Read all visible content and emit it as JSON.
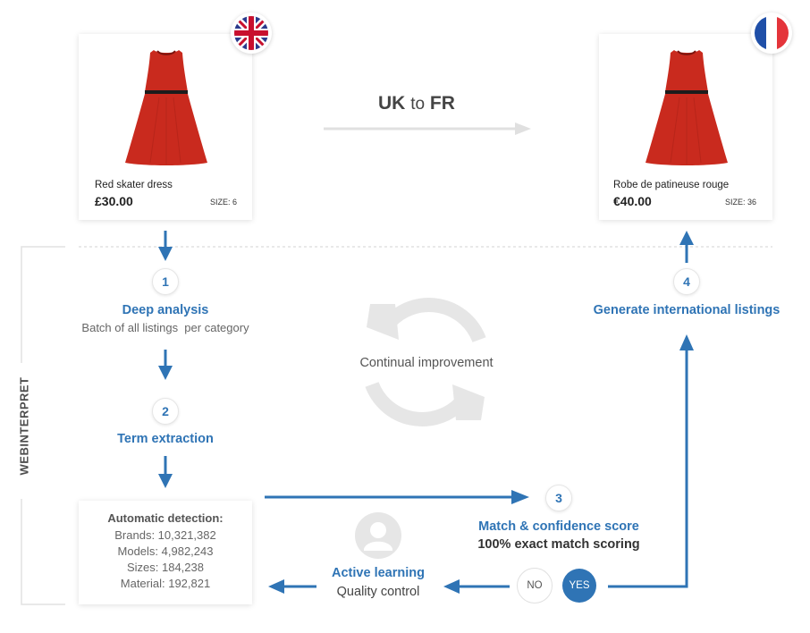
{
  "uk_card": {
    "name": "Red skater dress",
    "price": "£30.00",
    "size": "SIZE: 6"
  },
  "fr_card": {
    "name": "Robe de patineuse rouge",
    "price": "€40.00",
    "size": "SIZE: 36"
  },
  "heading": {
    "from": "UK",
    "connector": "to",
    "to": "FR"
  },
  "side_label": "WEBINTERPRET",
  "steps": [
    {
      "number": "1",
      "title": "Deep analysis",
      "subtitle": "Batch of all listings  per category"
    },
    {
      "number": "2",
      "title": "Term extraction"
    },
    {
      "number": "3",
      "title": "Match & confidence score",
      "subtitle": "100% exact match scoring"
    },
    {
      "number": "4",
      "title": "Generate international listings"
    }
  ],
  "center_label": "Continual improvement",
  "detection": {
    "title": "Automatic detection:",
    "lines": [
      "Brands: 10,321,382",
      "Models: 4,982,243",
      "Sizes: 184,238",
      "Material: 192,821"
    ]
  },
  "active_learning": {
    "title": "Active learning",
    "subtitle": "Quality control"
  },
  "decision": {
    "no": "NO",
    "yes": "YES"
  },
  "colors": {
    "accent": "#2f74b5",
    "dress": "#c92a1e",
    "grey": "#e2e2e2"
  },
  "icons": [
    "uk-flag-icon",
    "france-flag-icon",
    "dress-image",
    "cycle-arrows-icon",
    "user-avatar-icon"
  ]
}
